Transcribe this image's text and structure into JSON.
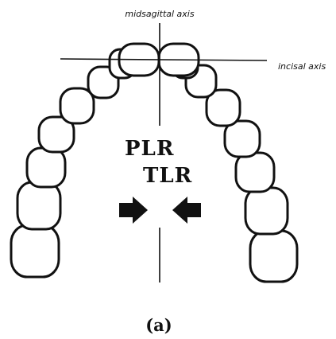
{
  "labels": {
    "midsagittal_axis": "midsagittal axis",
    "incisal_axis": "incisal axis",
    "plr": "PLR",
    "tlr": "TLR",
    "caption": "(a)"
  },
  "colors": {
    "ink": "#111111",
    "background": "#ffffff"
  },
  "icons": {
    "left_arrow": "arrow-right-icon",
    "right_arrow": "arrow-left-icon"
  }
}
